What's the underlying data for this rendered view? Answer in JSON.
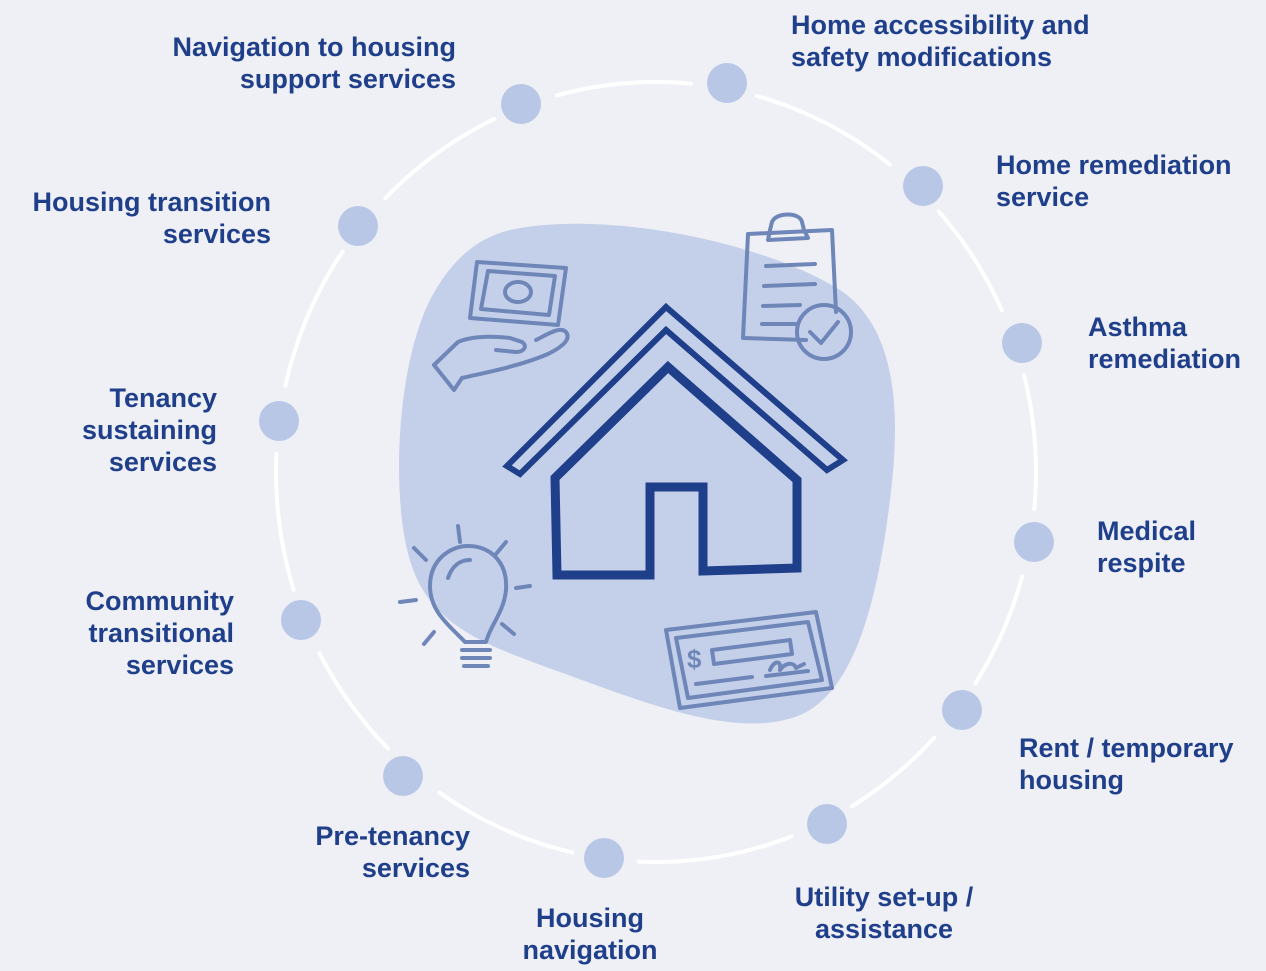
{
  "colors": {
    "background": "#eff0f6",
    "blob": "#c4d0ea",
    "node": "#b9c7e6",
    "ring": "#ffffff",
    "house": "#1f3f8a",
    "icon": "#6f86b8",
    "label": "#1f3f8a"
  },
  "center_icons": [
    "house-icon",
    "money-hand-icon",
    "clipboard-check-icon",
    "lightbulb-icon",
    "check-payment-icon"
  ],
  "services": [
    {
      "lines": [
        "Home accessibility and",
        "safety modifications"
      ]
    },
    {
      "lines": [
        "Home remediation",
        "service"
      ]
    },
    {
      "lines": [
        "Asthma",
        "remediation"
      ]
    },
    {
      "lines": [
        "Medical",
        "respite"
      ]
    },
    {
      "lines": [
        "Rent / temporary",
        "housing"
      ]
    },
    {
      "lines": [
        "Utility set-up /",
        "assistance"
      ]
    },
    {
      "lines": [
        "Housing",
        "navigation"
      ]
    },
    {
      "lines": [
        "Pre-tenancy",
        "services"
      ]
    },
    {
      "lines": [
        "Community",
        "transitional",
        "services"
      ]
    },
    {
      "lines": [
        "Tenancy",
        "sustaining",
        "services"
      ]
    },
    {
      "lines": [
        "Housing transition",
        "services"
      ]
    },
    {
      "lines": [
        "Navigation to housing",
        "support services"
      ]
    }
  ]
}
